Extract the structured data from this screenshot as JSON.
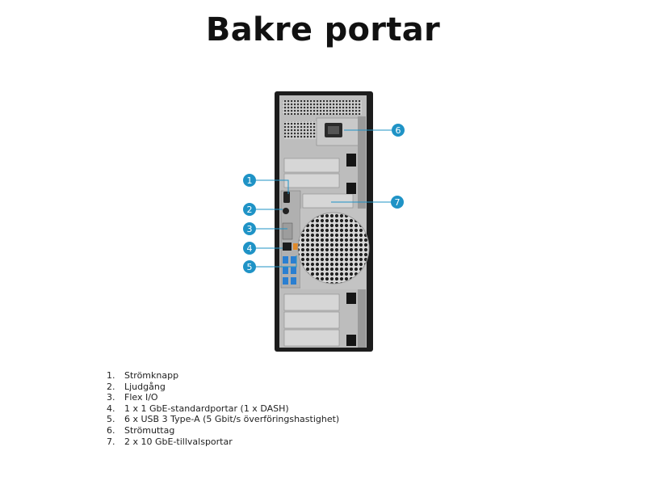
{
  "title": "Bakre portar",
  "callouts": [
    {
      "n": "1"
    },
    {
      "n": "2"
    },
    {
      "n": "3"
    },
    {
      "n": "4"
    },
    {
      "n": "5"
    },
    {
      "n": "6"
    },
    {
      "n": "7"
    }
  ],
  "legend": [
    {
      "num": "1.",
      "text": "Strömknapp"
    },
    {
      "num": "2.",
      "text": "Ljudgång"
    },
    {
      "num": "3.",
      "text": "Flex I/O"
    },
    {
      "num": "4.",
      "text": "1 x 1 GbE-standardportar (1 x DASH)"
    },
    {
      "num": "5.",
      "text": "6 x USB 3 Type-A (5 Gbit/s överföringshastighet)"
    },
    {
      "num": "6.",
      "text": "Strömuttag"
    },
    {
      "num": "7.",
      "text": "2 x 10 GbE-tillvalsportar"
    }
  ],
  "colors": {
    "callout": "#1f93c6",
    "chassis": "#1c1c1c",
    "panel": "#bdbdbd",
    "usb": "#2a7fd1"
  }
}
